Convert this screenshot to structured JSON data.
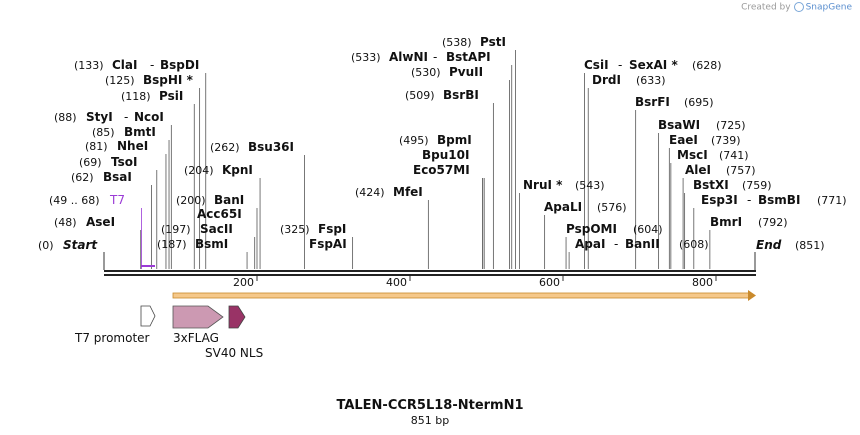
{
  "watermark": {
    "created_by": "Created by",
    "brand": "SnapGene"
  },
  "map": {
    "title": "TALEN-CCR5L18-NtermN1",
    "length_label": "851 bp",
    "start": {
      "label": "Start",
      "pos": "(0)"
    },
    "end": {
      "label": "End",
      "pos": "(851)"
    },
    "ruler": [
      {
        "value": 200,
        "label": "200"
      },
      {
        "value": 400,
        "label": "400"
      },
      {
        "value": 600,
        "label": "600"
      },
      {
        "value": 800,
        "label": "800"
      }
    ]
  },
  "sites": [
    {
      "id": "asei",
      "name": "AseI",
      "pos": "(48)",
      "bp": 48
    },
    {
      "id": "t7",
      "name": "T7",
      "pos": "(49 .. 68)",
      "bp": 49,
      "primer": true
    },
    {
      "id": "bsai",
      "name": "BsaI",
      "pos": "(62)",
      "bp": 62
    },
    {
      "id": "tsoi",
      "name": "TsoI",
      "pos": "(69)",
      "bp": 69
    },
    {
      "id": "nhei",
      "name": "NheI",
      "pos": "(81)",
      "bp": 81
    },
    {
      "id": "bmti",
      "name": "BmtI",
      "pos": "(85)",
      "bp": 85
    },
    {
      "id": "styi",
      "name": "StyI",
      "pos": "(88)",
      "bp": 88
    },
    {
      "id": "ncoi",
      "name": "NcoI",
      "bp": 88
    },
    {
      "id": "psii",
      "name": "PsiI",
      "pos": "(118)",
      "bp": 118
    },
    {
      "id": "bsphi",
      "name": "BspHI *",
      "pos": "(125)",
      "bp": 125
    },
    {
      "id": "clai",
      "name": "ClaI",
      "pos": "(133)",
      "bp": 133
    },
    {
      "id": "bspdi",
      "name": "BspDI",
      "bp": 133
    },
    {
      "id": "bsmi",
      "name": "BsmI",
      "pos": "(187)",
      "bp": 187
    },
    {
      "id": "sacii",
      "name": "SacII",
      "pos": "(197)",
      "bp": 197
    },
    {
      "id": "bani",
      "name": "BanI",
      "pos": "(200)",
      "bp": 200
    },
    {
      "id": "acc65i",
      "name": "Acc65I",
      "bp": 200
    },
    {
      "id": "kpni",
      "name": "KpnI",
      "pos": "(204)",
      "bp": 204
    },
    {
      "id": "bsu36i",
      "name": "Bsu36I",
      "pos": "(262)",
      "bp": 262
    },
    {
      "id": "fspi",
      "name": "FspI",
      "pos": "(325)",
      "bp": 325
    },
    {
      "id": "fspai",
      "name": "FspAI",
      "bp": 325
    },
    {
      "id": "mfei",
      "name": "MfeI",
      "pos": "(424)",
      "bp": 424
    },
    {
      "id": "bpmi",
      "name": "BpmI",
      "pos": "(495)",
      "bp": 495
    },
    {
      "id": "bpu10i",
      "name": "Bpu10I",
      "bp": 497
    },
    {
      "id": "eco57mi",
      "name": "Eco57MI",
      "bp": 495
    },
    {
      "id": "bsrbi",
      "name": "BsrBI",
      "pos": "(509)",
      "bp": 509
    },
    {
      "id": "pvuii",
      "name": "PvuII",
      "pos": "(530)",
      "bp": 530
    },
    {
      "id": "alwni",
      "name": "AlwNI",
      "pos": "(533)",
      "bp": 533
    },
    {
      "id": "bstapi",
      "name": "BstAPI",
      "bp": 533
    },
    {
      "id": "psti",
      "name": "PstI",
      "pos": "(538)",
      "bp": 538
    },
    {
      "id": "nrui",
      "name": "NruI *",
      "pos": "(543)",
      "bp": 543
    },
    {
      "id": "apali",
      "name": "ApaLI",
      "pos": "(576)",
      "bp": 576
    },
    {
      "id": "pspomi",
      "name": "PspOMI",
      "pos": "(604)",
      "bp": 604
    },
    {
      "id": "apai",
      "name": "ApaI",
      "bp": 608
    },
    {
      "id": "banii",
      "name": "BanII",
      "pos": "(608)",
      "bp": 608
    },
    {
      "id": "csii",
      "name": "CsiI",
      "bp": 628
    },
    {
      "id": "sexai",
      "name": "SexAI *",
      "pos": "(628)",
      "bp": 628
    },
    {
      "id": "drdi",
      "name": "DrdI",
      "pos": "(633)",
      "bp": 633
    },
    {
      "id": "bsrfi",
      "name": "BsrFI",
      "pos": "(695)",
      "bp": 695
    },
    {
      "id": "bsawi",
      "name": "BsaWI",
      "pos": "(725)",
      "bp": 725
    },
    {
      "id": "eaei",
      "name": "EaeI",
      "pos": "(739)",
      "bp": 739
    },
    {
      "id": "msci",
      "name": "MscI",
      "pos": "(741)",
      "bp": 741
    },
    {
      "id": "alei",
      "name": "AleI",
      "pos": "(757)",
      "bp": 757
    },
    {
      "id": "bstxi",
      "name": "BstXI",
      "pos": "(759)",
      "bp": 759
    },
    {
      "id": "esp3i",
      "name": "Esp3I",
      "bp": 771
    },
    {
      "id": "bsmbi",
      "name": "BsmBI",
      "pos": "(771)",
      "bp": 771
    },
    {
      "id": "bmri",
      "name": "BmrI",
      "pos": "(792)",
      "bp": 792
    }
  ],
  "features": [
    {
      "id": "t7-promoter",
      "label": "T7 promoter",
      "color": "#ffffff"
    },
    {
      "id": "3xflag",
      "label": "3xFLAG",
      "color": "#cc99b2"
    },
    {
      "id": "sv40-nls",
      "label": "SV40 NLS",
      "color": "#993366"
    }
  ],
  "colors": {
    "orf": "#f5c88a",
    "orf_border": "#c98a2c",
    "primer": "#9b3bd6",
    "backbone": "#222222"
  }
}
